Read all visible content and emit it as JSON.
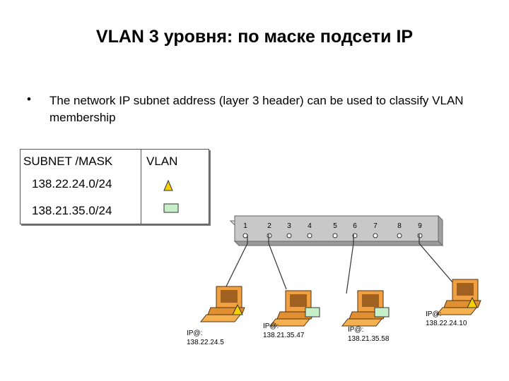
{
  "title": "VLAN 3 уровня: по маске подсети IP",
  "bullet": {
    "marker": "•",
    "text": "The network IP subnet address (layer 3 header) can be used to classify VLAN membership"
  },
  "table": {
    "headers": [
      "SUBNET /MASK",
      "VLAN"
    ],
    "rows": [
      {
        "subnet": "138.22.24.0/24",
        "vlan_icon": "yellow-triangle-icon"
      },
      {
        "subnet": "138.21.35.0/24",
        "vlan_icon": "green-square-icon"
      }
    ]
  },
  "switch": {
    "ports": [
      "1",
      "2",
      "3",
      "4",
      "5",
      "6",
      "7",
      "8",
      "9"
    ]
  },
  "hosts": [
    {
      "ip_prefix": "IP@:",
      "ip": "138.22.24.5",
      "vlan_icon": "yellow-triangle-icon"
    },
    {
      "ip_prefix": "IP@:",
      "ip": "138.21.35.47",
      "vlan_icon": "green-square-icon"
    },
    {
      "ip_prefix": "IP@:",
      "ip": "138.21.35.58",
      "vlan_icon": "green-square-icon"
    },
    {
      "ip_prefix": "IP@:",
      "ip": "138.22.24.10",
      "vlan_icon": "yellow-triangle-icon"
    }
  ],
  "colors": {
    "vlan_yellow": "#f5d000",
    "vlan_green": "#c8f0c8",
    "switch_body": "#c8c8c8",
    "computer_orange": "#f0a040"
  }
}
